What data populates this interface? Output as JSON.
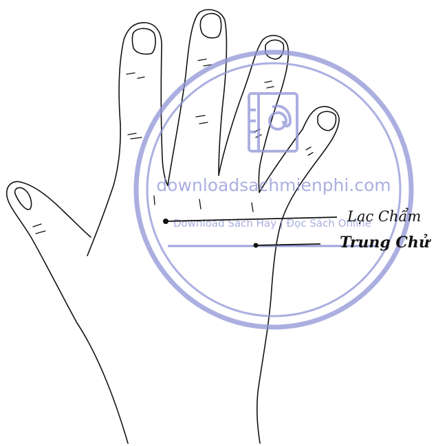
{
  "labels": {
    "upper": "Lạc Chẩm",
    "lower": "Trung Chử"
  },
  "watermark": {
    "site": "downloadsachmienphi.com",
    "tagline": "Download Sách Hay | Đọc Sách Online"
  },
  "colors": {
    "ink": "#111111",
    "watermark": "#8f95d6",
    "watermark_line": "#7d83d0"
  }
}
